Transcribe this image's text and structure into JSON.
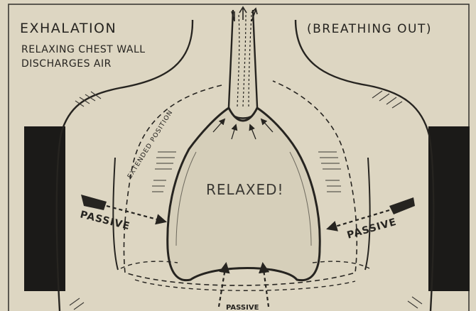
{
  "labels": {
    "title": "EXHALATION",
    "subtitle_line1": "RELAXING CHEST WALL",
    "subtitle_line2": "DISCHARGES AIR",
    "corner": "(BREATHING OUT)",
    "center": "RELAXED!",
    "curve": "EXTENDED POSITION",
    "passive_left": "PASSIVE",
    "passive_right": "PASSIVE",
    "passive_bottom": "PASSIVE"
  },
  "colors": {
    "paper": "#ddd6c2",
    "ink": "#262420",
    "panel": "#1b1a18"
  }
}
